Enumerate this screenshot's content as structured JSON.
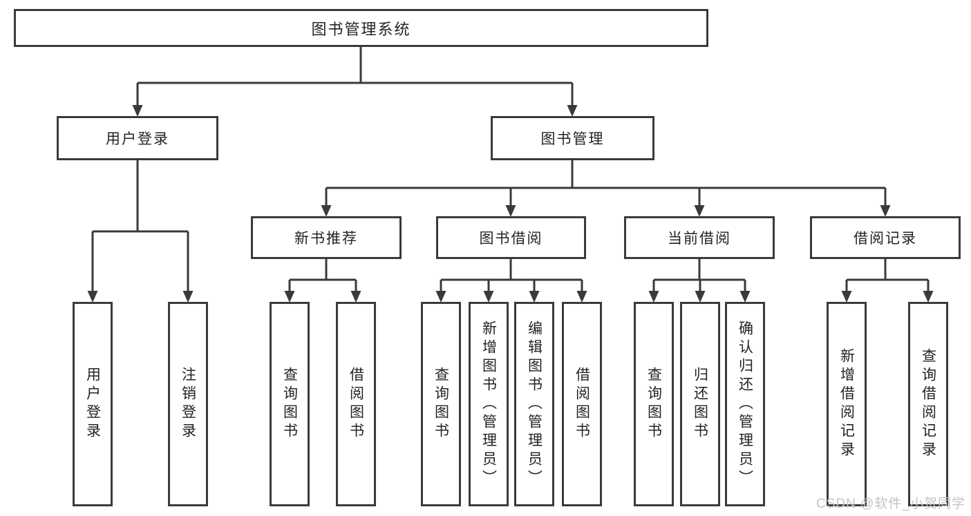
{
  "diagram": {
    "tree": {
      "label": "图书管理系统",
      "children": [
        {
          "label": "用户登录",
          "children": [
            {
              "label": "用户登录"
            },
            {
              "label": "注销登录"
            }
          ]
        },
        {
          "label": "图书管理",
          "children": [
            {
              "label": "新书推荐",
              "children": [
                {
                  "label": "查询图书"
                },
                {
                  "label": "借阅图书"
                }
              ]
            },
            {
              "label": "图书借阅",
              "children": [
                {
                  "label": "查询图书"
                },
                {
                  "label": "新增图书（管理员）"
                },
                {
                  "label": "编辑图书（管理员）"
                },
                {
                  "label": "借阅图书"
                }
              ]
            },
            {
              "label": "当前借阅",
              "children": [
                {
                  "label": "查询图书"
                },
                {
                  "label": "归还图书"
                },
                {
                  "label": "确认归还（管理员）"
                }
              ]
            },
            {
              "label": "借阅记录",
              "children": [
                {
                  "label": "新增借阅记录"
                },
                {
                  "label": "查询借阅记录"
                }
              ]
            }
          ]
        }
      ]
    },
    "watermark": "CSDN @软件_小贺同学",
    "colors": {
      "line": "#3a3a3a",
      "text": "#232323",
      "box_background": "#ffffff",
      "watermark": "#c3c3c3"
    }
  }
}
